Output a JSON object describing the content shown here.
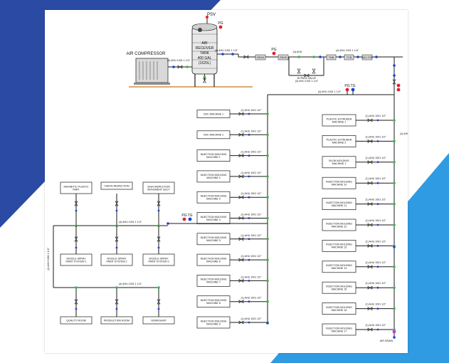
{
  "colors": {
    "bg_dark_blue": "#2b4aa3",
    "bg_light_blue": "#2e9be2",
    "pipe": "#1a1a1a",
    "fitting_green": "#3ab54a",
    "fitting_blue": "#1c3fd6",
    "gauge_red": "#e0202e"
  },
  "labels": {
    "psv": "PSV",
    "pg": "PG",
    "tg": "TG",
    "air_compressor": "AIR COMPRESSOR",
    "tank_line1": "AIR",
    "tank_line2": "RECEIVER",
    "tank_line3": "TANK",
    "tank_line4": "400 GAL",
    "tank_line5": "(1520L)",
    "dryer_1": "RDX5",
    "dryer_2": "RDX5",
    "filter_1": "TNB",
    "filter_2": "TCB",
    "filter_3": "ADJ-TCB"
  },
  "left_group": {
    "top_boxes": [
      "MAGNETIC PLASTIC PART",
      "VISION INSPECTION",
      "SIGN INSPECTION MOVEMENT SECT"
    ],
    "mid_boxes": [
      "NOZZLE SPRAY PAINT SYSTEM 1",
      "NOZZLE SPRAY PAINT SYSTEM 2",
      "NOZZLE SPRAY PAINT SYSTEM 3"
    ],
    "bottom_boxes": [
      "QUALITY ROOM",
      "PRODUCTION ROOM",
      "WORKSHOP"
    ]
  },
  "center_column": [
    "CNC MACHINE 1",
    "CNC MACHINE 2",
    "INJECTION MOLDING MACHINE 1",
    "INJECTION MOLDING MACHINE 2",
    "INJECTION MOLDING MACHINE 3",
    "INJECTION MOLDING MACHINE 4",
    "INJECTION MOLDING MACHINE 5",
    "INJECTION MOLDING MACHINE 6",
    "INJECTION MOLDING MACHINE 7",
    "INJECTION MOLDING MACHINE 8",
    "INJECTION MOLDING MACHINE 9"
  ],
  "right_column": [
    "PLASTIC EXTRUDER MACHINE 1",
    "PLASTIC EXTRUDER MACHINE 2",
    "BLOW MOLDING MACHINE 1",
    "INJECTION MOLDING MACHINE 10",
    "INJECTION MOLDING MACHINE 11",
    "INJECTION MOLDING MACHINE 12",
    "INJECTION MOLDING MACHINE 13",
    "INJECTION MOLDING MACHINE 14",
    "INJECTION MOLDING MACHINE 15",
    "INJECTION MOLDING MACHINE 16",
    "INJECTION MOLDING MACHINE 17"
  ]
}
